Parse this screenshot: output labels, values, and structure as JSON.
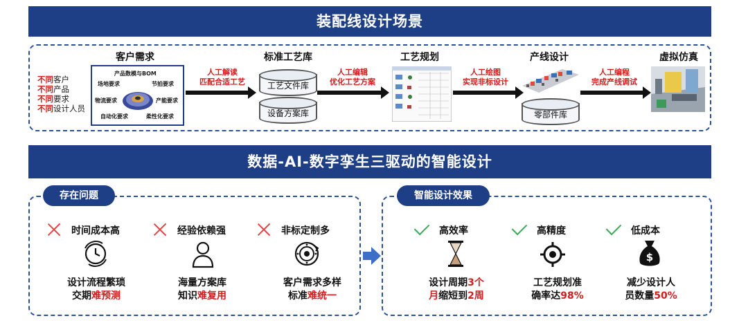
{
  "top_banner": {
    "title": "装配线设计场景"
  },
  "flow": {
    "customer": {
      "title": "客户需求",
      "left_list": [
        {
          "prefix": "不同",
          "text": "客户"
        },
        {
          "prefix": "不同",
          "text": "产品"
        },
        {
          "prefix": "不同",
          "text": "要求"
        },
        {
          "prefix": "不同",
          "text": "设计人员"
        }
      ],
      "box_labels": {
        "top": "产品数模与BOM",
        "site": "场地要求",
        "beat": "节拍要求",
        "logistics": "物流要求",
        "capacity": "产能要求",
        "automation": "自动化要求",
        "flexibility": "柔性化要求"
      }
    },
    "arrow1": {
      "line1": "人工解读",
      "line2": "匹配合适工艺"
    },
    "library": {
      "title": "标准工艺库",
      "db1": "工艺文件库",
      "db2": "设备方案库"
    },
    "arrow2": {
      "line1": "人工编辑",
      "line2": "优化工艺方案"
    },
    "planning": {
      "title": "工艺规划"
    },
    "arrow3": {
      "line1": "人工绘图",
      "line2": "实现非标设计"
    },
    "line_design": {
      "title": "产线设计",
      "db": "零部件库"
    },
    "arrow4": {
      "line1": "人工编程",
      "line2": "完成产线调试"
    },
    "simulation": {
      "title": "虚拟仿真"
    }
  },
  "mid_banner": {
    "title": "数据-AI-数字孪生三驱动的智能设计"
  },
  "problems": {
    "tag": "存在问题",
    "items": [
      {
        "title": "时间成本高",
        "line1": "设计流程繁琐",
        "line2_plain": "交期",
        "line2_red": "难预测"
      },
      {
        "title": "经验依赖强",
        "line1": "海量方案库",
        "line2_plain": "知识",
        "line2_red": "难复用"
      },
      {
        "title": "非标定制多",
        "line1": "客户需求多样",
        "line2_plain": "标准",
        "line2_red": "难统一"
      }
    ]
  },
  "effects": {
    "tag": "智能设计效果",
    "items": [
      {
        "title": "高效率",
        "l1_plain": "设计周期",
        "l1_red": "3个",
        "l2_red_a": "月",
        "l2_plain": "缩短到",
        "l2_red_b": "2周"
      },
      {
        "title": "高精度",
        "l1_plain": "工艺规划准",
        "l2_plain": "确率达",
        "l2_red_b": "98%"
      },
      {
        "title": "低成本",
        "l1_plain": "减少设计人",
        "l2_plain": "员数量",
        "l2_red_b": "50%"
      }
    ]
  },
  "colors": {
    "banner": "#1e3f86",
    "accent_red": "#d21d1d",
    "cross": "#e54545",
    "check": "#3aaa5a",
    "dash": "#2a4f9a"
  }
}
